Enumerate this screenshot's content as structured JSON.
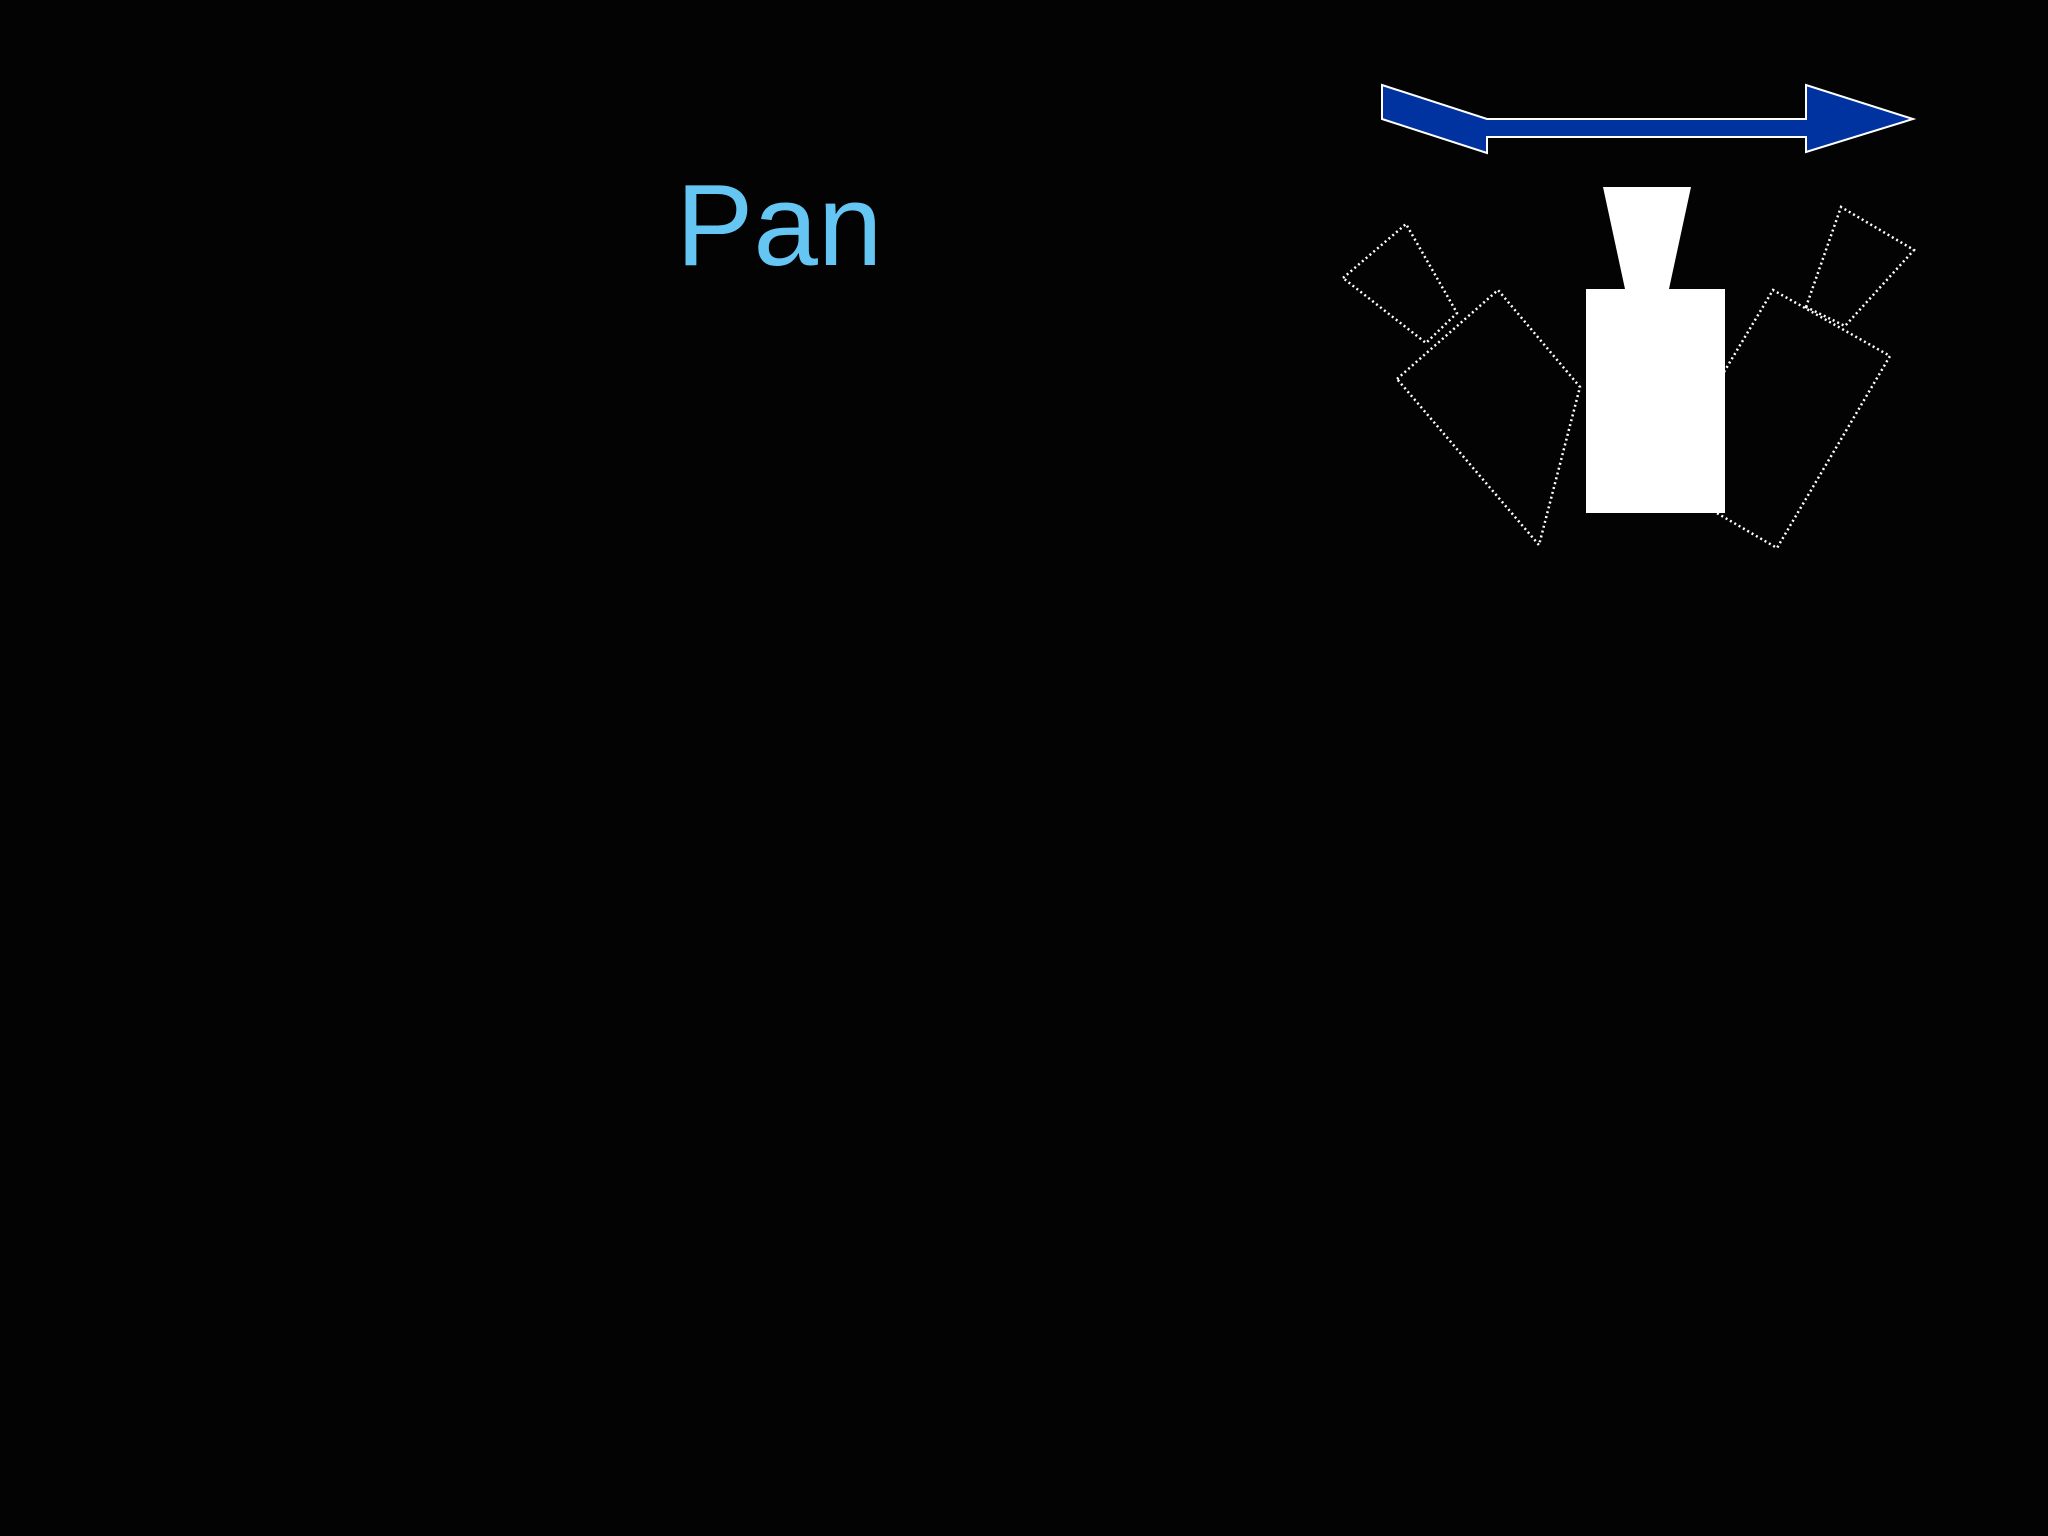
{
  "slide": {
    "title": "Pan"
  },
  "colors": {
    "background": "#030304",
    "title": "#66c6f3",
    "arrow_fill": "#0033a0",
    "arrow_stroke": "#ffffff",
    "camera_fill": "#ffffff",
    "ghost_outline": "#ffffff"
  },
  "icons": {
    "arrow": "double-headed-horizontal-arrow",
    "camera": "camera-side-view",
    "ghost_left": "camera-tilted-left-outline",
    "ghost_right": "camera-tilted-right-outline"
  }
}
